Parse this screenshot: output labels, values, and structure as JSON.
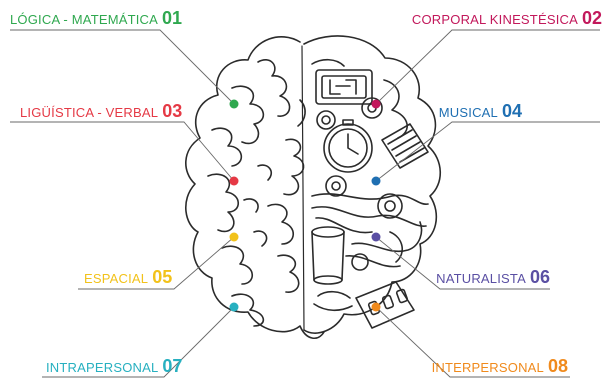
{
  "labels": [
    {
      "text": "LÓGICA - MATEMÁTICA",
      "num": "01",
      "color": "#2fa84f"
    },
    {
      "text": "CORPORAL KINESTÉSICA",
      "num": "02",
      "color": "#c2185b"
    },
    {
      "text": "LIGÜÍSTICA - VERBAL",
      "num": "03",
      "color": "#e53945"
    },
    {
      "text": "MUSICAL",
      "num": "04",
      "color": "#1f6fb2"
    },
    {
      "text": "ESPACIAL",
      "num": "05",
      "color": "#f2c21a"
    },
    {
      "text": "NATURALISTA",
      "num": "06",
      "color": "#5a4fa3"
    },
    {
      "text": "INTRAPERSONAL",
      "num": "07",
      "color": "#27b0c0"
    },
    {
      "text": "INTERPERSONAL",
      "num": "08",
      "color": "#f08a1c"
    }
  ],
  "illustration": {
    "left_half": "cerebral-folds",
    "right_half": "gears-clock-pipes",
    "icons": [
      "circuit-board-icon",
      "clock-icon",
      "notebook-icon",
      "cylinder-icon",
      "battery-icon"
    ]
  }
}
